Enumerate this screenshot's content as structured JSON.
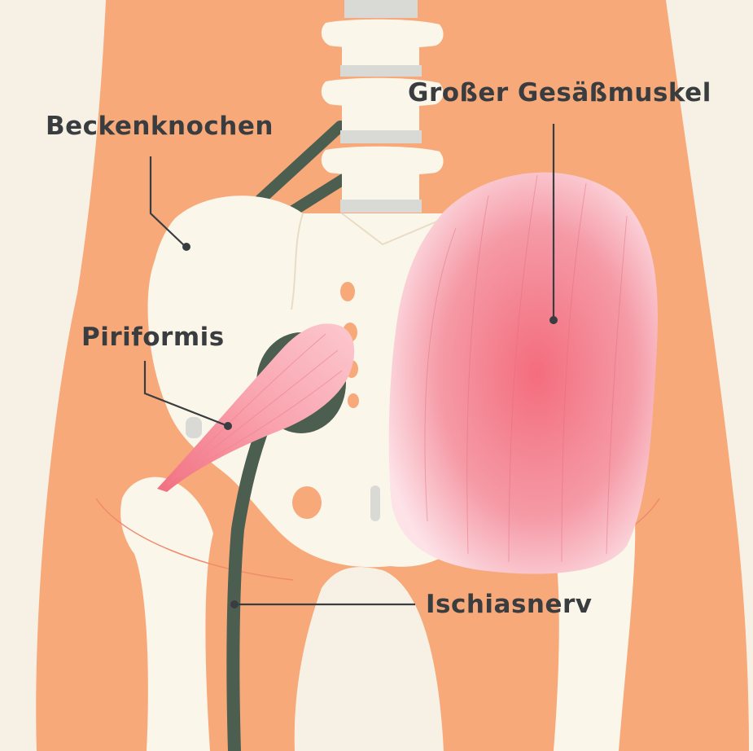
{
  "labels": {
    "pelvis": "Beckenknochen",
    "gluteus": "Großer Gesäßmuskel",
    "piriformis": "Piriformis",
    "sciatic": "Ischiasnerv"
  },
  "colors": {
    "background": "#f7f1e5",
    "skin": "#f7a97a",
    "bone": "#fbf6ea",
    "muscle": "#f47a86",
    "nerve": "#4c5e4f",
    "text": "#3a3d3f"
  }
}
